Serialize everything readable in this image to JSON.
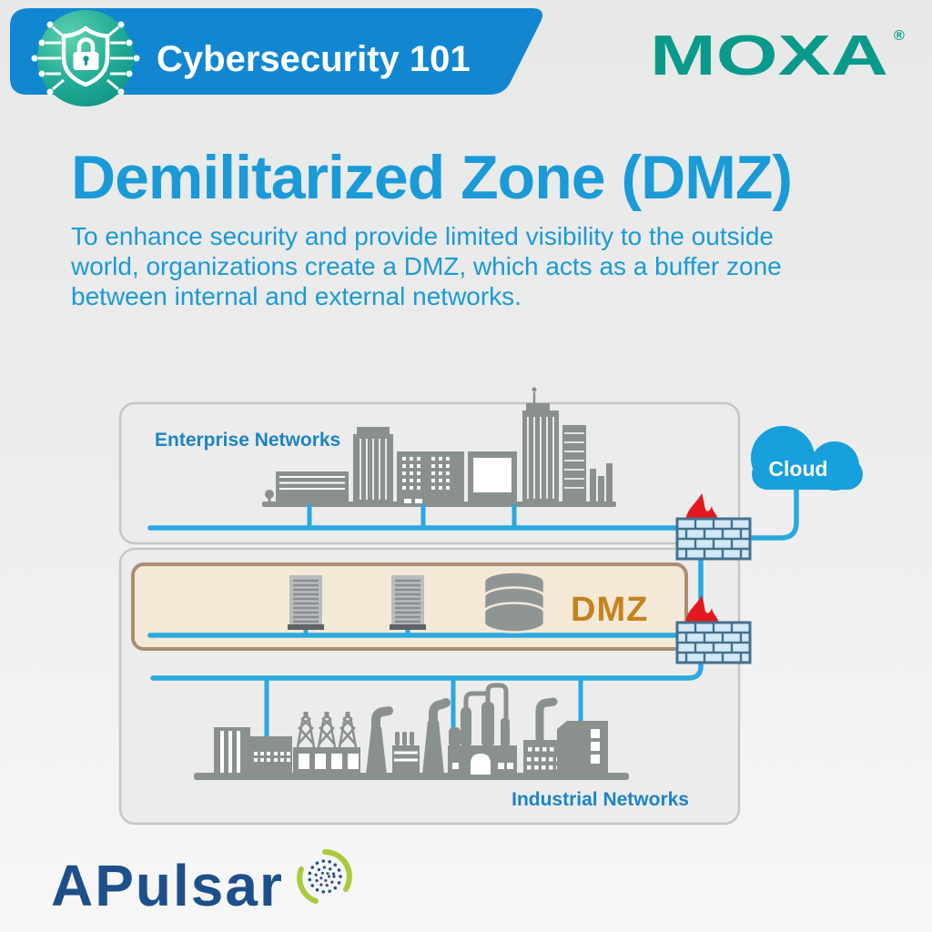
{
  "header": {
    "banner_title": "Cybersecurity 101",
    "brand": "MOXA",
    "registered_mark": "®"
  },
  "content": {
    "title": "Demilitarized Zone (DMZ)",
    "description_lines": [
      "To enhance security and provide limited visibility to the outside",
      "world, organizations create a DMZ, which acts as a buffer zone",
      "between internal and external networks."
    ]
  },
  "diagram": {
    "enterprise_label": "Enterprise Networks",
    "dmz_label": "DMZ",
    "cloud_label": "Cloud",
    "industrial_label": "Industrial Networks",
    "icons": [
      "shield-lock-circuit-icon",
      "city-skyline-icon",
      "firewall-flame-icon",
      "cloud-icon",
      "server-rack-icon",
      "database-icon",
      "factory-skyline-icon",
      "pulsar-swirl-icon"
    ],
    "colors": {
      "banner_blue": "#1187d2",
      "text_blue": "#1a9ad7",
      "label_blue": "#1b84c6",
      "network_line_blue": "#29a9e0",
      "moxa_teal": "#0a9a8b",
      "box_fill": "#ececec",
      "box_border": "#c5c6c6",
      "dmz_fill": "#f4e8d6",
      "dmz_border": "#ab8e71",
      "dmz_text": "#c5831d",
      "silhouette_gray": "#8a918d",
      "flame_red": "#e3191e",
      "firewall_brick_fill": "#d3e8f6",
      "firewall_brick_stroke": "#44708e",
      "badge_green": "#17a191",
      "apulsar_blue": "#1d4f8a",
      "apulsar_green": "#a9cb3b"
    }
  },
  "footer": {
    "brand": "APulsar"
  }
}
